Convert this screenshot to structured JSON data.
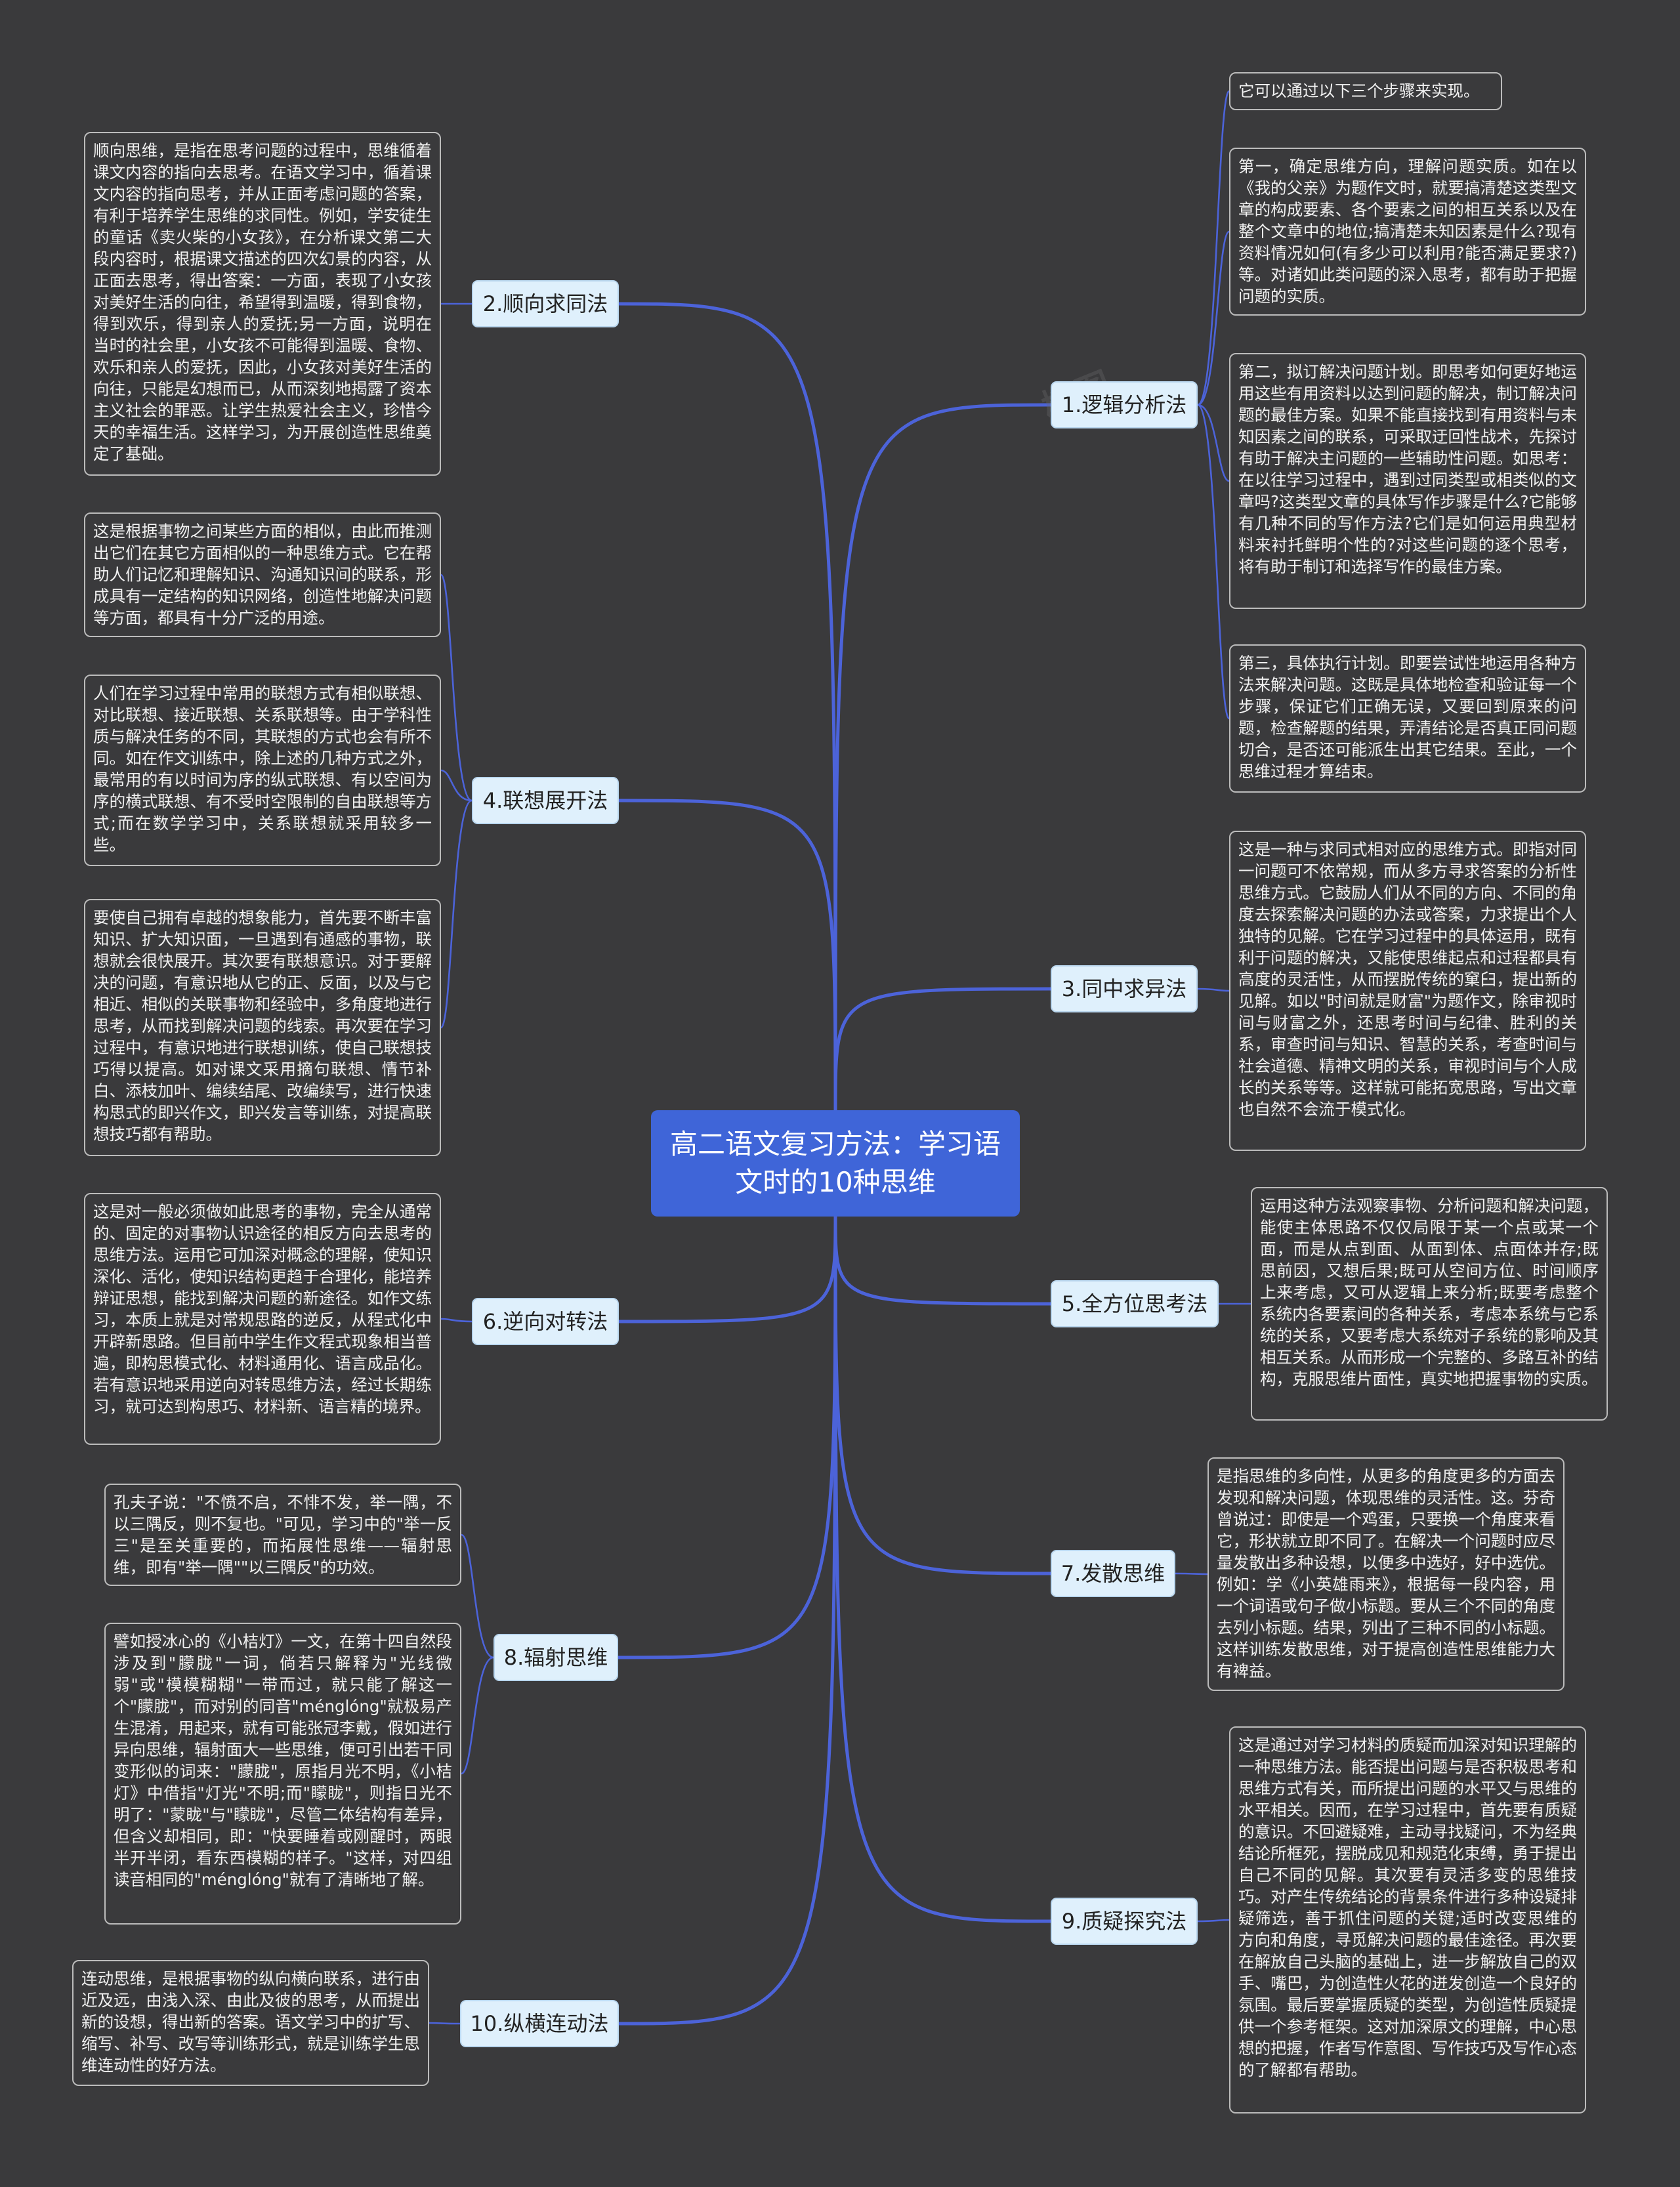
{
  "root": "高二语文复习方法：学习语文时的10种思维",
  "watermark": "树图",
  "topics": [
    {
      "id": "t1",
      "label": "1.逻辑分析法"
    },
    {
      "id": "t2",
      "label": "2.顺向求同法"
    },
    {
      "id": "t3",
      "label": "3.同中求异法"
    },
    {
      "id": "t4",
      "label": "4.联想展开法"
    },
    {
      "id": "t5",
      "label": "5.全方位思考法"
    },
    {
      "id": "t6",
      "label": "6.逆向对转法"
    },
    {
      "id": "t7",
      "label": "7.发散思维"
    },
    {
      "id": "t8",
      "label": "8.辐射思维"
    },
    {
      "id": "t9",
      "label": "9.质疑探究法"
    },
    {
      "id": "t10",
      "label": "10.纵横连动法"
    }
  ],
  "notes": [
    {
      "id": "n1a",
      "topic": "t1",
      "text": "它可以通过以下三个步骤来实现。"
    },
    {
      "id": "n1b",
      "topic": "t1",
      "text": "第一，确定思维方向，理解问题实质。如在以《我的父亲》为题作文时，就要搞清楚这类型文章的构成要素、各个要素之间的相互关系以及在整个文章中的地位;搞清楚未知因素是什么?现有资料情况如何(有多少可以利用?能否满足要求?)等。对诸如此类问题的深入思考，都有助于把握问题的实质。"
    },
    {
      "id": "n1c",
      "topic": "t1",
      "text": "第二，拟订解决问题计划。即思考如何更好地运用这些有用资料以达到问题的解决，制订解决问题的最佳方案。如果不能直接找到有用资料与未知因素之间的联系，可采取迂回性战术，先探讨有助于解决主问题的一些辅助性问题。如思考：在以往学习过程中，遇到过同类型或相类似的文章吗?这类型文章的具体写作步骤是什么?它能够有几种不同的写作方法?它们是如何运用典型材料来衬托鲜明个性的?对这些问题的逐个思考，将有助于制订和选择写作的最佳方案。"
    },
    {
      "id": "n1d",
      "topic": "t1",
      "text": "第三，具体执行计划。即要尝试性地运用各种方法来解决问题。这既是具体地检查和验证每一个步骤，保证它们正确无误，又要回到原来的问题，检查解题的结果，弄清结论是否真正同问题切合，是否还可能派生出其它结果。至此，一个思维过程才算结束。"
    },
    {
      "id": "n2",
      "topic": "t2",
      "text": "顺向思维，是指在思考问题的过程中，思维循着课文内容的指向去思考。在语文学习中，循着课文内容的指向思考，并从正面考虑问题的答案，有利于培养学生思维的求同性。例如，学安徒生的童话《卖火柴的小女孩》，在分析课文第二大段内容时，根据课文描述的四次幻景的内容，从正面去思考，得出答案：一方面，表现了小女孩对美好生活的向往，希望得到温暖，得到食物，得到欢乐，得到亲人的爱抚;另一方面，说明在当时的社会里，小女孩不可能得到温暖、食物、欢乐和亲人的爱抚，因此，小女孩对美好生活的向往，只能是幻想而已，从而深刻地揭露了资本主义社会的罪恶。让学生热爱社会主义，珍惜今天的幸福生活。这样学习，为开展创造性思维奠定了基础。"
    },
    {
      "id": "n3",
      "topic": "t3",
      "text": "这是一种与求同式相对应的思维方式。即指对同一问题可不依常规，而从多方寻求答案的分析性思维方式。它鼓励人们从不同的方向、不同的角度去探索解决问题的办法或答案，力求提出个人独特的见解。它在学习过程中的具体运用，既有利于问题的解决，又能使思维起点和过程都具有高度的灵活性，从而摆脱传统的窠臼，提出新的见解。如以\"时间就是财富\"为题作文，除审视时间与财富之外，还思考时间与纪律、胜利的关系，审查时间与知识、智慧的关系，考查时间与社会道德、精神文明的关系，审视时间与个人成长的关系等等。这样就可能拓宽思路，写出文章也自然不会流于模式化。"
    },
    {
      "id": "n4a",
      "topic": "t4",
      "text": "这是根据事物之间某些方面的相似，由此而推测出它们在其它方面相似的一种思维方式。它在帮助人们记忆和理解知识、沟通知识间的联系，形成具有一定结构的知识网络，创造性地解决问题等方面，都具有十分广泛的用途。"
    },
    {
      "id": "n4b",
      "topic": "t4",
      "text": "人们在学习过程中常用的联想方式有相似联想、对比联想、接近联想、关系联想等。由于学科性质与解决任务的不同，其联想的方式也会有所不同。如在作文训练中，除上述的几种方式之外，最常用的有以时间为序的纵式联想、有以空间为序的横式联想、有不受时空限制的自由联想等方式;而在数学学习中，关系联想就采用较多一些。"
    },
    {
      "id": "n4c",
      "topic": "t4",
      "text": "要使自己拥有卓越的想象能力，首先要不断丰富知识、扩大知识面，一旦遇到有通感的事物，联想就会很快展开。其次要有联想意识。对于要解决的问题，有意识地从它的正、反面，以及与它相近、相似的关联事物和经验中，多角度地进行思考，从而找到解决问题的线索。再次要在学习过程中，有意识地进行联想训练，使自己联想技巧得以提高。如对课文采用摘句联想、情节补白、添枝加叶、编续结尾、改编续写，进行快速构思式的即兴作文，即兴发言等训练，对提高联想技巧都有帮助。"
    },
    {
      "id": "n5",
      "topic": "t5",
      "text": "运用这种方法观察事物、分析问题和解决问题，能使主体思路不仅仅局限于某一个点或某一个面，而是从点到面、从面到体、点面体并存;既思前因，又想后果;既可从空间方位、时间顺序上来考虑，又可从逻辑上来分析;既要考虑整个系统内各要素间的各种关系，考虑本系统与它系统的关系，又要考虑大系统对子系统的影响及其相互关系。从而形成一个完整的、多路互补的结构，克服思维片面性，真实地把握事物的实质。"
    },
    {
      "id": "n6",
      "topic": "t6",
      "text": "这是对一般必须做如此思考的事物，完全从通常的、固定的对事物认识途径的相反方向去思考的思维方法。运用它可加深对概念的理解，使知识深化、活化，使知识结构更趋于合理化，能培养辩证思想，能找到解决问题的新途径。如作文练习，本质上就是对常规思路的逆反，从程式化中开辟新思路。但目前中学生作文程式现象相当普遍，即构思模式化、材料通用化、语言成品化。若有意识地采用逆向对转思维方法，经过长期练习，就可达到构思巧、材料新、语言精的境界。"
    },
    {
      "id": "n7",
      "topic": "t7",
      "text": "是指思维的多向性，从更多的角度更多的方面去发现和解决问题，体现思维的灵活性。这。芬奇曾说过：即使是一个鸡蛋，只要换一个角度来看它，形状就立即不同了。在解决一个问题时应尽量发散出多种设想，以便多中选好，好中选优。例如：学《小英雄雨来》，根据每一段内容，用一个词语或句子做小标题。要从三个不同的角度去列小标题。结果，列出了三种不同的小标题。这样训练发散思维，对于提高创造性思维能力大有裨益。"
    },
    {
      "id": "n8a",
      "topic": "t8",
      "text": "孔夫子说：\"不愤不启，不悱不发，举一隅，不以三隅反，则不复也。\"可见，学习中的\"举一反三\"是至关重要的，而拓展性思维——辐射思维，即有\"举一隅\"\"以三隅反\"的功效。"
    },
    {
      "id": "n8b",
      "topic": "t8",
      "text": "譬如授冰心的《小桔灯》一文，在第十四自然段涉及到\"朦胧\"一词，倘若只解释为\"光线微弱\"或\"模模糊糊\"一带而过，就只能了解这一个\"朦胧\"，而对别的同音\"ménglóng\"就极易产生混淆，用起来，就有可能张冠李戴，假如进行异向思维，辐射面大一些思维，便可引出若干同变形似的词来：\"朦胧\"，原指月光不明，《小桔灯》中借指\"灯光\"不明;而\"矇眬\"，则指日光不明了：\"蒙眬\"与\"矇眬\"，尽管二体结构有差异，但含义却相同，即：\"快要睡着或刚醒时，两眼半开半闭，看东西模糊的样子。\"这样，对四组读音相同的\"ménglóng\"就有了清晰地了解。"
    },
    {
      "id": "n9",
      "topic": "t9",
      "text": "这是通过对学习材料的质疑而加深对知识理解的一种思维方法。能否提出问题与是否积极思考和思维方式有关，而所提出问题的水平又与思维的水平相关。因而，在学习过程中，首先要有质疑的意识。不回避疑难，主动寻找疑问，不为经典结论所框死，摆脱成见和规范化束缚，勇于提出自己不同的见解。其次要有灵活多变的思维技巧。对产生传统结论的背景条件进行多种设疑排疑筛选，善于抓住问题的关键;适时改变思维的方向和角度，寻觅解决问题的最佳途径。再次要在解放自己头脑的基础上，进一步解放自己的双手、嘴巴，为创造性火花的迸发创造一个良好的氛围。最后要掌握质疑的类型，为创造性质疑提供一个参考框架。这对加深原文的理解，中心思想的把握，作者写作意图、写作技巧及写作心态的了解都有帮助。"
    },
    {
      "id": "n10",
      "topic": "t10",
      "text": "连动思维，是根据事物的纵向横向联系，进行由近及远，由浅入深、由此及彼的思考，从而提出新的设想，得出新的答案。语文学习中的扩写、缩写、补写、改写等训练形式，就是训练学生思维连动性的好方法。"
    }
  ],
  "colors": {
    "background": "#3a3a3c",
    "root": "#3f65d8",
    "topic": "#dff0fc",
    "line": "#4c63d9",
    "note_border": "#bcbcbc"
  }
}
